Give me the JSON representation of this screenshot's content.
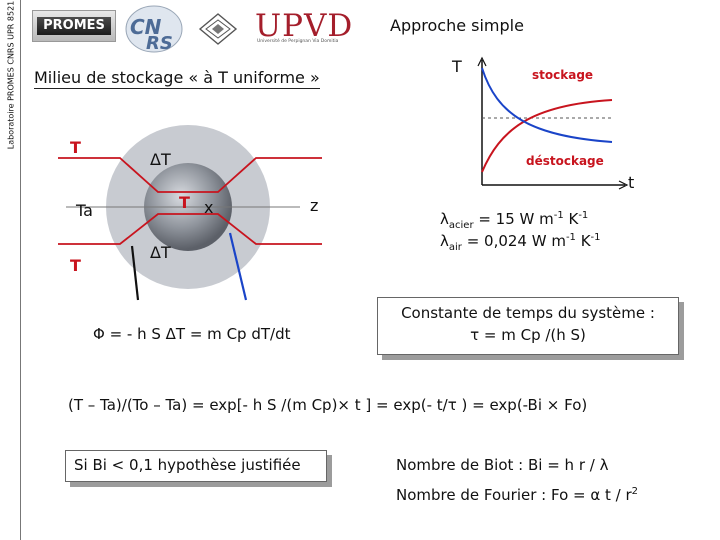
{
  "sidebar_text": "Laboratoire PROMES CNRS UPR 8521",
  "logos": {
    "promes": "PROMES",
    "cnrs": "CNRS",
    "upvd": "UPVD",
    "upvd_sub": "Université de Perpignan Via Domitia"
  },
  "header": {
    "title_right": "Approche simple",
    "subtitle": "Milieu de stockage « à T uniforme »"
  },
  "diagram": {
    "t_top": "T",
    "delta_t_top": "ΔT",
    "ta": "Ta",
    "t_center": "T",
    "x_mark": "x",
    "z": "z",
    "t_bottom": "T",
    "delta_t_bottom": "ΔT",
    "flux_prefix": "Φ = - h S ΔT = m Cp dT/dt"
  },
  "graph": {
    "y_label": "T",
    "x_label": "t",
    "curve_up": "stockage",
    "curve_down": "déstockage"
  },
  "lambda": {
    "acier_sym": "λ",
    "acier_sub": "acier",
    "acier_val": " = 15 W m",
    "acier_exp1": "-1",
    "acier_mid": " K",
    "acier_exp2": "-1",
    "air_sym": "λ",
    "air_sub": "air",
    "air_val": " = 0,024 W m",
    "air_exp1": "-1",
    "air_mid": " K",
    "air_exp2": "-1"
  },
  "constante": {
    "line1": "Constante de temps du système :",
    "line2": "τ = m Cp /(h S)"
  },
  "equation": "(T – Ta)/(To – Ta) = exp[- h S /(m Cp)× t ] = exp(- t/τ ) = exp(-Bi × Fo)",
  "bi_hypothesis": "Si Bi < 0,1 hypothèse justifiée",
  "biot": "Nombre de Biot : Bi = h r / λ",
  "fourier_main": "Nombre de Fourier : Fo = α t / r",
  "fourier_exp": "2",
  "colors": {
    "red": "#c8141e",
    "blue": "#1a44c8",
    "sphere": "#8f949c",
    "halo": "#c8cbd1"
  }
}
